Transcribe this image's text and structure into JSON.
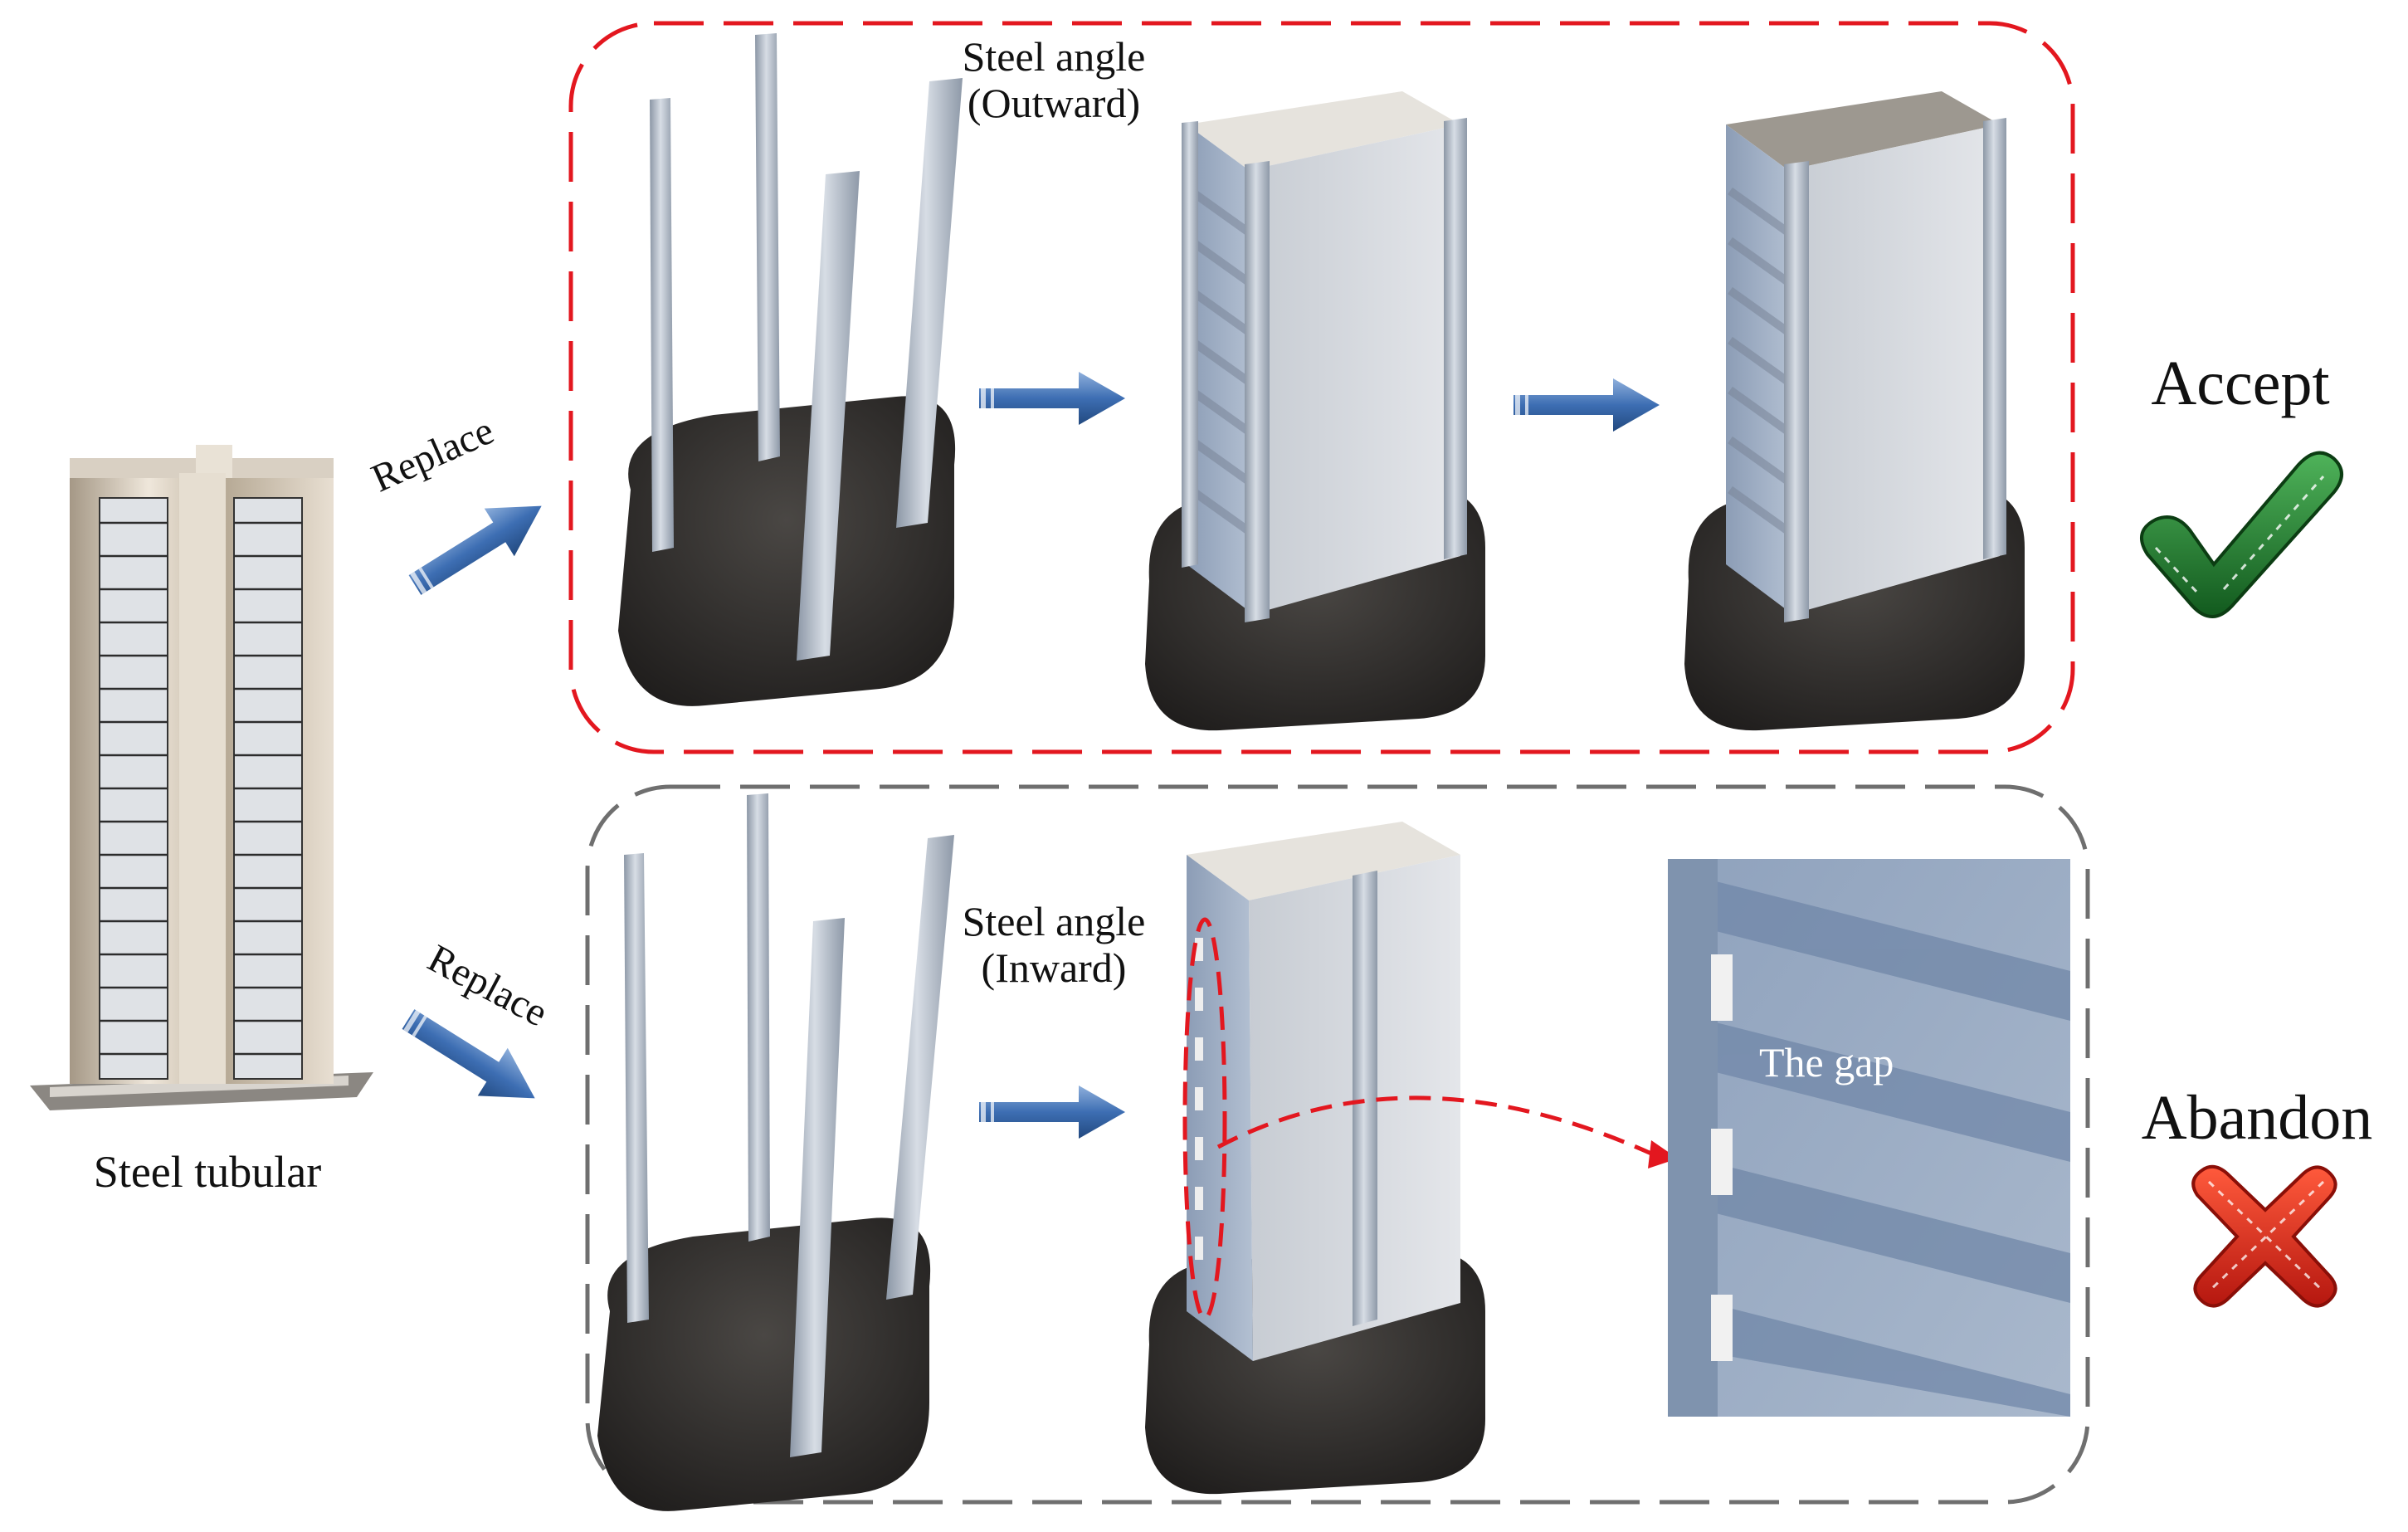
{
  "labels": {
    "steel_tubular": "Steel tubular",
    "replace_top": "Replace",
    "replace_bottom": "Replace",
    "angle_out_line1": "Steel angle",
    "angle_out_line2": "(Outward)",
    "angle_in_line1": "Steel angle",
    "angle_in_line2": "(Inward)",
    "the_gap": "The gap",
    "accept": "Accept",
    "abandon": "Abandon"
  },
  "icons": {
    "accept": "check-mark-icon",
    "abandon": "cross-mark-icon",
    "process_arrow": "right-arrow-icon"
  },
  "colors": {
    "accept_frame": "#e3171f",
    "abandon_frame": "#6f6f6f",
    "arrow_blue": "#3d6eb3",
    "check_green": "#1f7a2a",
    "cross_red": "#e0281c",
    "base_dark": "#2d2b29",
    "steel": "#b9c3cf"
  }
}
